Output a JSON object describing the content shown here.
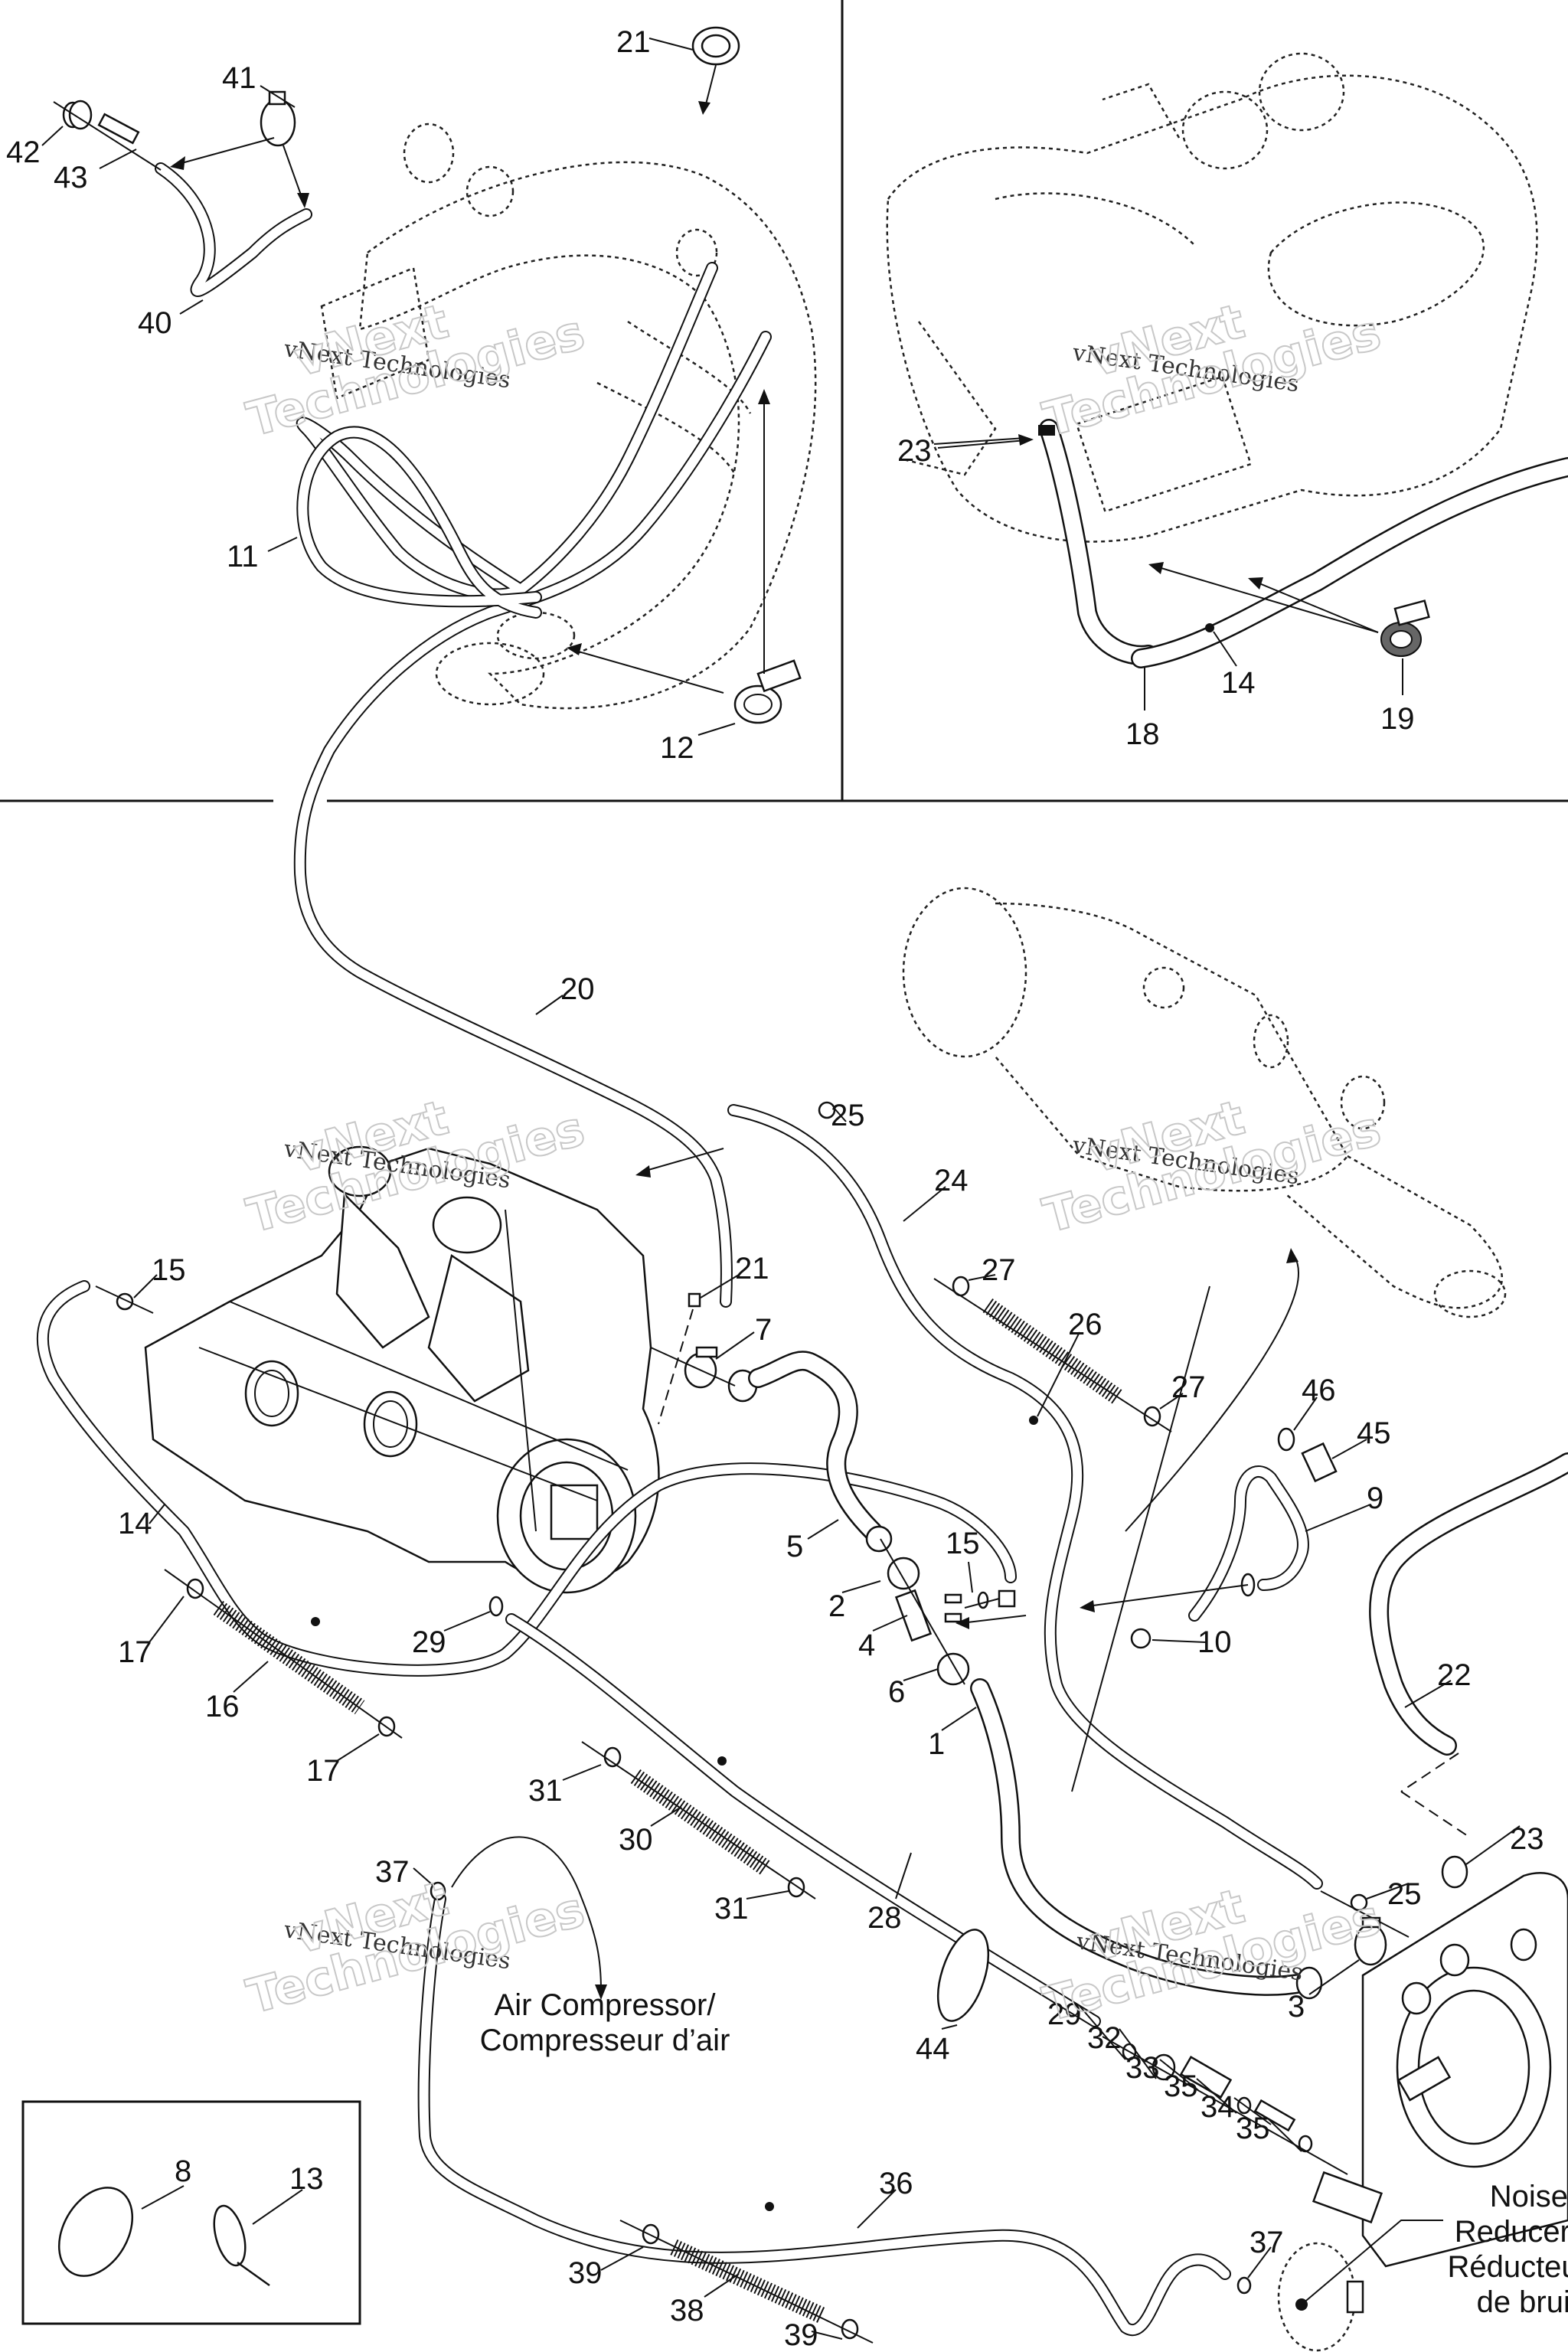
{
  "diagram": {
    "title": "Cooling system / exhaust hoses exploded parts diagram",
    "watermark": {
      "small": "vNext Technologies",
      "big_line1": "vNext",
      "big_line2": "Technologies"
    },
    "notes": {
      "air_compressor_line1": "Air Compressor/",
      "air_compressor_line2": "Compresseur d’air",
      "noise_reducer_line1": "Noise",
      "noise_reducer_line2": "Reducer/",
      "noise_reducer_line3": "Réducteur",
      "noise_reducer_line4": "de bruit"
    },
    "callouts": [
      {
        "id": "c41",
        "text": "41"
      },
      {
        "id": "c42",
        "text": "42"
      },
      {
        "id": "c43",
        "text": "43"
      },
      {
        "id": "c40",
        "text": "40"
      },
      {
        "id": "c21a",
        "text": "21"
      },
      {
        "id": "c11",
        "text": "11"
      },
      {
        "id": "c12",
        "text": "12"
      },
      {
        "id": "c23a",
        "text": "23"
      },
      {
        "id": "c14a",
        "text": "14"
      },
      {
        "id": "c18",
        "text": "18"
      },
      {
        "id": "c19",
        "text": "19"
      },
      {
        "id": "c20",
        "text": "20"
      },
      {
        "id": "c25a",
        "text": "25"
      },
      {
        "id": "c24",
        "text": "24"
      },
      {
        "id": "c15a",
        "text": "15"
      },
      {
        "id": "c21b",
        "text": "21"
      },
      {
        "id": "c7",
        "text": "7"
      },
      {
        "id": "c27a",
        "text": "27"
      },
      {
        "id": "c26",
        "text": "26"
      },
      {
        "id": "c27b",
        "text": "27"
      },
      {
        "id": "c46",
        "text": "46"
      },
      {
        "id": "c45",
        "text": "45"
      },
      {
        "id": "c9",
        "text": "9"
      },
      {
        "id": "c14b",
        "text": "14"
      },
      {
        "id": "c5",
        "text": "5"
      },
      {
        "id": "c15b",
        "text": "15"
      },
      {
        "id": "c2",
        "text": "2"
      },
      {
        "id": "c4",
        "text": "4"
      },
      {
        "id": "c10",
        "text": "10"
      },
      {
        "id": "c6",
        "text": "6"
      },
      {
        "id": "c22",
        "text": "22"
      },
      {
        "id": "c1",
        "text": "1"
      },
      {
        "id": "c17a",
        "text": "17"
      },
      {
        "id": "c29a",
        "text": "29"
      },
      {
        "id": "c16",
        "text": "16"
      },
      {
        "id": "c17b",
        "text": "17"
      },
      {
        "id": "c31a",
        "text": "31"
      },
      {
        "id": "c30",
        "text": "30"
      },
      {
        "id": "c31b",
        "text": "31"
      },
      {
        "id": "c23b",
        "text": "23"
      },
      {
        "id": "c28",
        "text": "28"
      },
      {
        "id": "c25b",
        "text": "25"
      },
      {
        "id": "c37a",
        "text": "37"
      },
      {
        "id": "c3",
        "text": "3"
      },
      {
        "id": "c44",
        "text": "44"
      },
      {
        "id": "c29b",
        "text": "29"
      },
      {
        "id": "c32",
        "text": "32"
      },
      {
        "id": "c33",
        "text": "33"
      },
      {
        "id": "c35a",
        "text": "35"
      },
      {
        "id": "c34",
        "text": "34"
      },
      {
        "id": "c35b",
        "text": "35"
      },
      {
        "id": "c36",
        "text": "36"
      },
      {
        "id": "c37b",
        "text": "37"
      },
      {
        "id": "c8",
        "text": "8"
      },
      {
        "id": "c13",
        "text": "13"
      },
      {
        "id": "c39a",
        "text": "39"
      },
      {
        "id": "c38",
        "text": "38"
      },
      {
        "id": "c39b",
        "text": "39"
      }
    ]
  }
}
